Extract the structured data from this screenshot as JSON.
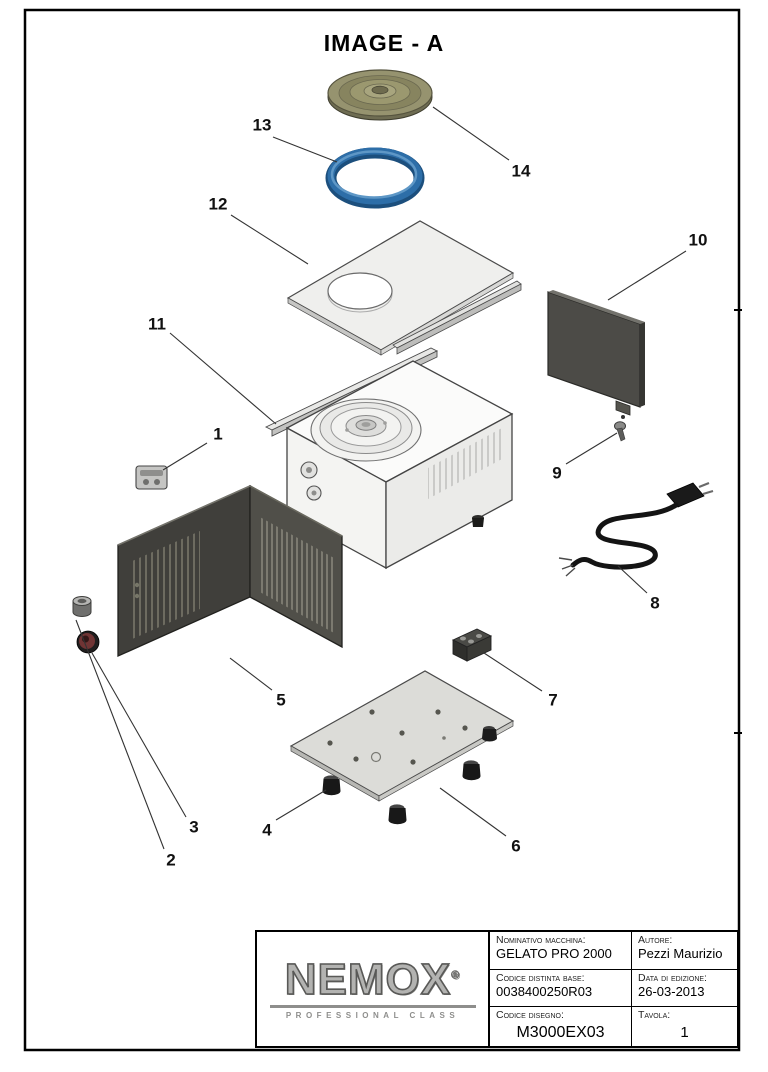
{
  "page": {
    "title": "IMAGE - A"
  },
  "parts": [
    {
      "num": "1"
    },
    {
      "num": "2"
    },
    {
      "num": "3"
    },
    {
      "num": "4"
    },
    {
      "num": "5"
    },
    {
      "num": "6"
    },
    {
      "num": "7"
    },
    {
      "num": "8"
    },
    {
      "num": "9"
    },
    {
      "num": "10"
    },
    {
      "num": "11"
    },
    {
      "num": "12"
    },
    {
      "num": "13"
    },
    {
      "num": "14"
    }
  ],
  "title_block": {
    "brand": "NEMOX",
    "brand_mark": "®",
    "brand_sub": "PROFESSIONAL CLASS",
    "machine_label": "Nominativo macchina:",
    "machine_value": "GELATO PRO 2000",
    "author_label": "Autore:",
    "author_value": "Pezzi Maurizio",
    "bom_label": "Codice distinta base:",
    "bom_value": "0038400250R03",
    "edition_label": "Data di edizione:",
    "edition_value": "26-03-2013",
    "drawing_label": "Codice disegno:",
    "drawing_value": "M3000EX03",
    "table_label": "Tavola:",
    "table_value": "1"
  },
  "colors": {
    "gasket_blue": "#2d6ea8",
    "dark_panel": "#403f3b",
    "lid_olive": "#96936f"
  }
}
